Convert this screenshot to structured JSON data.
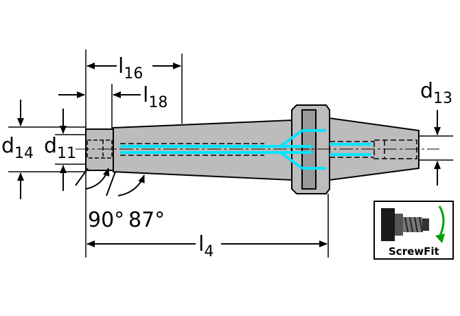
{
  "labels": {
    "l16": {
      "main": "l",
      "sub": "16"
    },
    "l18": {
      "main": "l",
      "sub": "18"
    },
    "l4": {
      "main": "l",
      "sub": "4"
    },
    "d13": {
      "main": "d",
      "sub": "13"
    },
    "d14": {
      "main": "d",
      "sub": "14"
    },
    "d11": {
      "main": "d",
      "sub": "11"
    },
    "angle_90": "90°",
    "angle_87": "87°"
  },
  "badge": {
    "label": "ScrewFit",
    "icon": "screwfit-icon"
  },
  "colors": {
    "body": "#bcbcbc",
    "outline": "#000000",
    "coolant": "#00e5ff",
    "arrow_green": "#00a000",
    "white": "#ffffff"
  }
}
